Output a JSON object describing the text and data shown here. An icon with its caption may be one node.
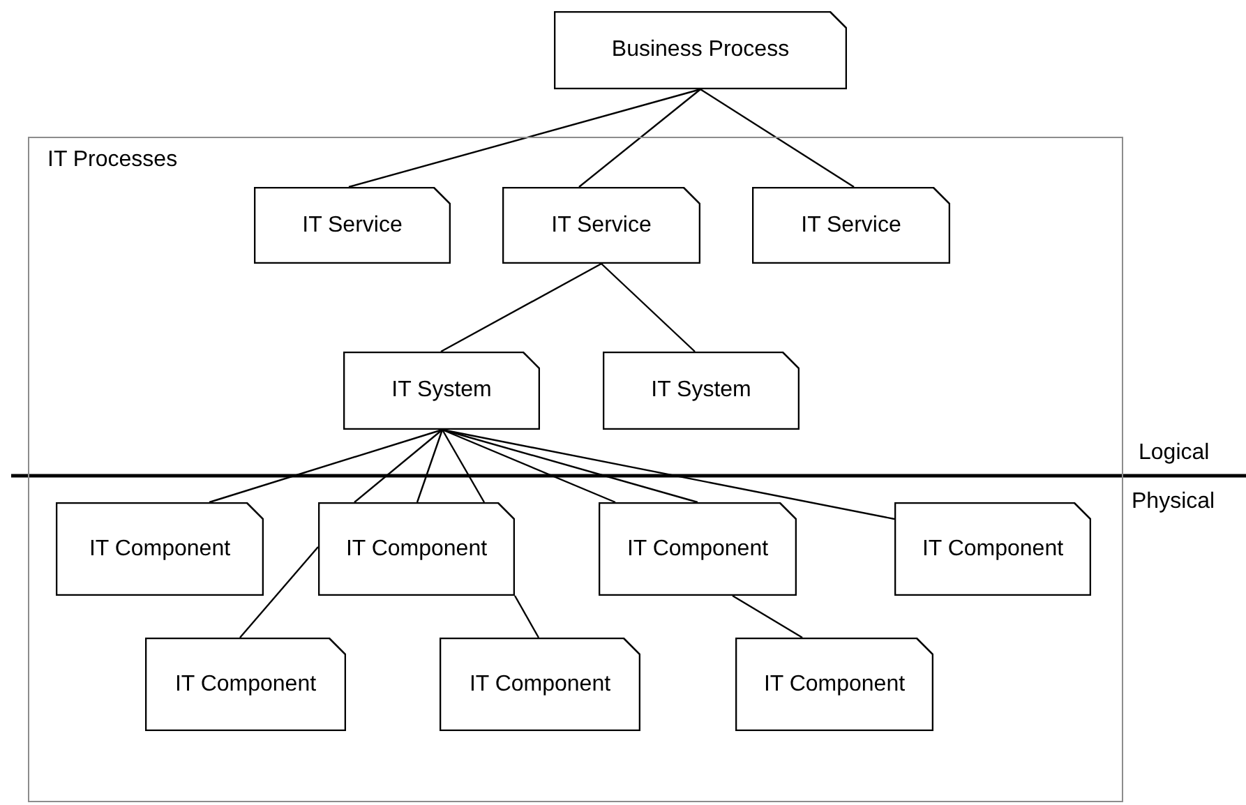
{
  "diagram": {
    "nodes": [
      {
        "text": [
          "Business Process"
        ]
      },
      {
        "text": [
          "IT Processes"
        ]
      },
      {
        "text": [
          "IT Service"
        ],
        "in": 1
      },
      {
        "text": [
          "IT Service"
        ],
        "in": 1
      },
      {
        "text": [
          "IT Service"
        ],
        "in": 1
      },
      {
        "text": [
          "IT System"
        ],
        "in": 1
      },
      {
        "text": [
          "IT System"
        ],
        "in": 1
      },
      {
        "text": [
          "IT Component"
        ],
        "in": 1
      },
      {
        "text": [
          "IT Component"
        ],
        "in": 1
      },
      {
        "text": [
          "IT Component"
        ],
        "in": 1
      },
      {
        "text": [
          "IT Component"
        ],
        "in": 1
      },
      {
        "text": [
          "IT Component"
        ],
        "in": 1
      },
      {
        "text": [
          "IT Component"
        ],
        "in": 1
      },
      {
        "text": [
          "IT Component"
        ],
        "in": 1
      }
    ],
    "edges": [
      {
        "from": 0,
        "to": 2,
        "arrow": "none"
      },
      {
        "from": 0,
        "to": 3,
        "arrow": "none"
      },
      {
        "from": 0,
        "to": 4,
        "arrow": "none"
      },
      {
        "from": 3,
        "to": 5,
        "arrow": "none"
      },
      {
        "from": 3,
        "to": 6,
        "arrow": "none"
      },
      {
        "from": 5,
        "to": 7,
        "arrow": "none"
      },
      {
        "from": 5,
        "to": 8,
        "arrow": "none"
      },
      {
        "from": 5,
        "to": 8,
        "arrow": "none"
      },
      {
        "from": 5,
        "to": 8,
        "arrow": "none"
      },
      {
        "from": 5,
        "to": 9,
        "arrow": "none"
      },
      {
        "from": 5,
        "to": 9,
        "arrow": "none"
      },
      {
        "from": 5,
        "to": 10,
        "arrow": "none"
      },
      {
        "from": 8,
        "to": 11,
        "arrow": "none"
      },
      {
        "from": 8,
        "to": 12,
        "arrow": "none"
      },
      {
        "from": 9,
        "to": 13,
        "arrow": "none"
      }
    ],
    "labels": [
      "Logical",
      "Physical"
    ]
  }
}
